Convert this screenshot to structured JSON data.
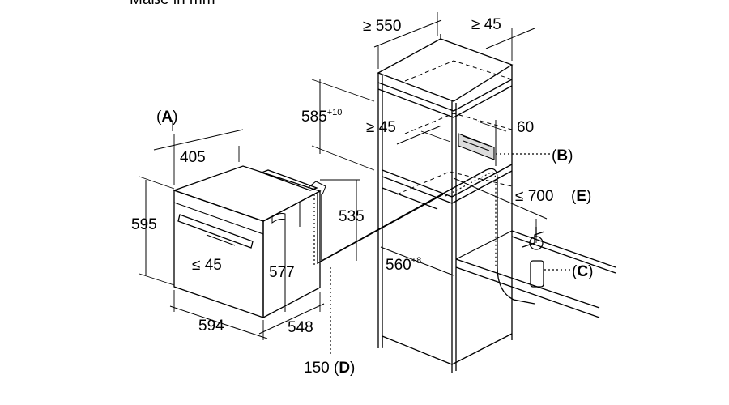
{
  "header_text": "Maße in mm",
  "dimensions": {
    "cabinet_depth": "≥ 550",
    "cabinet_gap_top": "≥ 45",
    "niche_height_base": "585",
    "niche_height_tol": "+10",
    "inner_gap": "≥ 45",
    "vent_depth": "60",
    "hose_length": "≤ 700",
    "niche_width_base": "560",
    "niche_width_tol": "+8",
    "oven_depth_top": "405",
    "oven_height": "595",
    "oven_panel_height": "≤ 45",
    "oven_width": "594",
    "oven_depth": "548",
    "body_height": "577",
    "cable_height": "535",
    "floor_distance": "150"
  },
  "callouts": {
    "a_open": "(",
    "a_letter": "A",
    "a_close": ")",
    "b_open": "(",
    "b_letter": "B",
    "b_close": ")",
    "c_open": "(",
    "c_letter": "C",
    "c_close": ")",
    "d_open": "(",
    "d_letter": "D",
    "d_close": ")",
    "e_open": "(",
    "e_letter": "E",
    "e_close": ")"
  }
}
